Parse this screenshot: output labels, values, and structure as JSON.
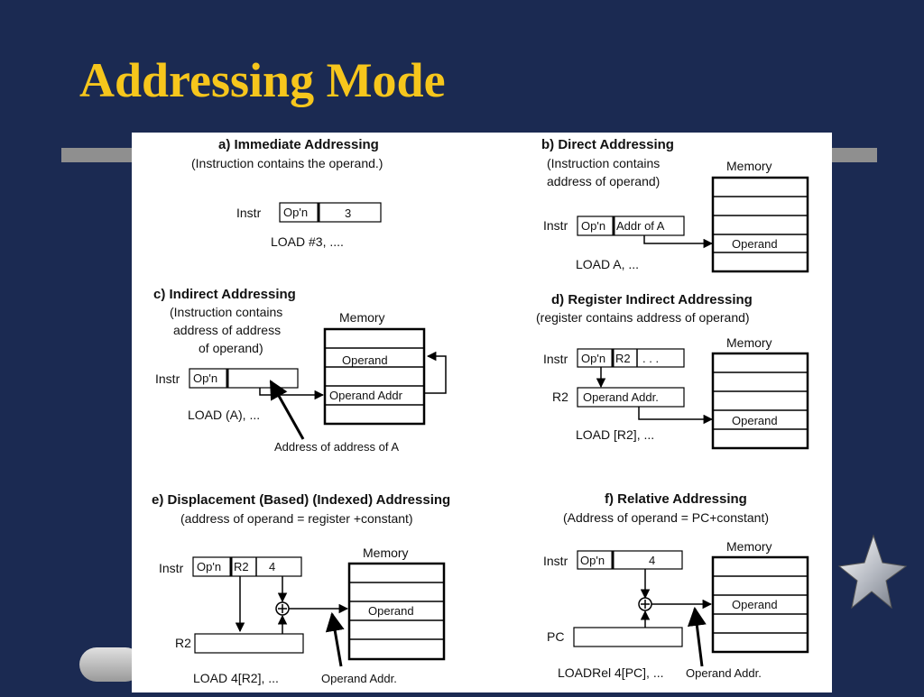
{
  "title": "Addressing Mode",
  "diagrams": {
    "a": {
      "heading": "a) Immediate Addressing",
      "desc": [
        "(Instruction contains the operand.)"
      ],
      "instr": "Instr",
      "opcode": "Op'n",
      "value": "3",
      "example": "LOAD #3, ...."
    },
    "b": {
      "heading": "b) Direct Addressing",
      "desc": [
        "(Instruction contains",
        "address of operand)"
      ],
      "memory": "Memory",
      "instr": "Instr",
      "opcode": "Op'n",
      "addr": "Addr of A",
      "operand": "Operand",
      "example": "LOAD A, ..."
    },
    "c": {
      "heading": "c)  Indirect Addressing",
      "desc": [
        "(Instruction contains",
        "address of address",
        "of operand)"
      ],
      "memory": "Memory",
      "instr": "Instr",
      "opcode": "Op'n",
      "operand": "Operand",
      "operand_addr": "Operand Addr",
      "example": "LOAD (A), ...",
      "annotation": "Address of address of A"
    },
    "d": {
      "heading": "d) Register Indirect Addressing",
      "desc": [
        "(register contains address of operand)"
      ],
      "memory": "Memory",
      "instr": "Instr",
      "opcode": "Op'n",
      "reg": "R2",
      "dots": ". . .",
      "reg_label": "R2",
      "reg_value": "Operand Addr.",
      "operand": "Operand",
      "example": "LOAD [R2], ..."
    },
    "e": {
      "heading": "e) Displacement (Based) (Indexed) Addressing",
      "desc": [
        "(address of operand = register +constant)"
      ],
      "memory": "Memory",
      "instr": "Instr",
      "opcode": "Op'n",
      "reg": "R2",
      "value": "4",
      "reg_label": "R2",
      "operand": "Operand",
      "example": "LOAD 4[R2], ...",
      "annotation": "Operand Addr."
    },
    "f": {
      "heading": "f)  Relative Addressing",
      "desc": [
        "(Address of operand = PC+constant)"
      ],
      "memory": "Memory",
      "instr": "Instr",
      "opcode": "Op'n",
      "value": "4",
      "reg_label": "PC",
      "operand": "Operand",
      "example": "LOADRel 4[PC], ...",
      "annotation": "Operand Addr."
    }
  }
}
